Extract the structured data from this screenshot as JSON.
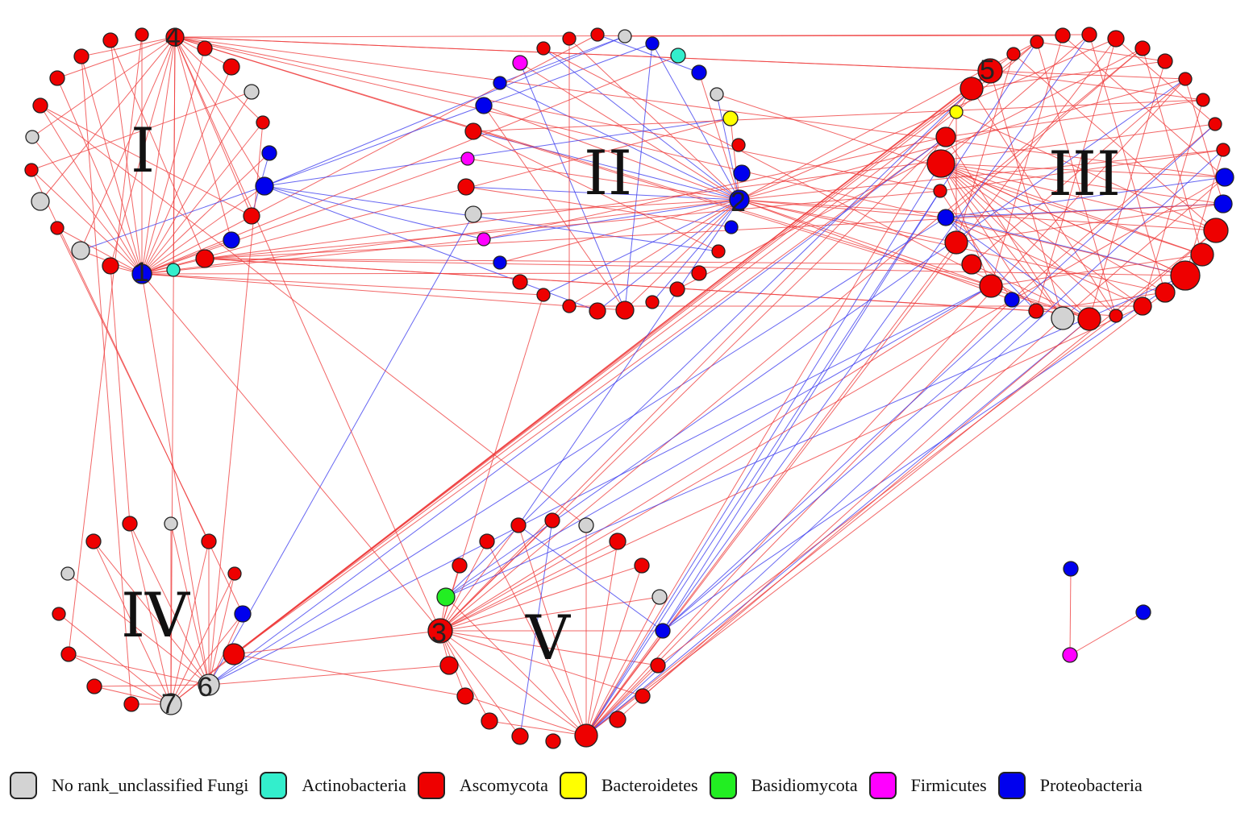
{
  "colors": {
    "positive_edge": "#ee3b3b",
    "negative_edge": "#3b3bee",
    "node_outline": "#222222"
  },
  "module_labels": [
    "I",
    "II",
    "III",
    "IV",
    "V"
  ],
  "hub_labels": [
    "1",
    "2",
    "3",
    "4",
    "5",
    "6",
    "7"
  ],
  "legend": [
    {
      "label": "No rank_unclassified Fungi",
      "color": "#d3d3d3"
    },
    {
      "label": "Actinobacteria",
      "color": "#33eecc"
    },
    {
      "label": "Ascomycota",
      "color": "#ee0000"
    },
    {
      "label": "Bacteroidetes",
      "color": "#ffff00"
    },
    {
      "label": "Basidiomycota",
      "color": "#22ee22"
    },
    {
      "label": "Firmicutes",
      "color": "#ff00ff"
    },
    {
      "label": "Proteobacteria",
      "color": "#0000ee"
    }
  ]
}
